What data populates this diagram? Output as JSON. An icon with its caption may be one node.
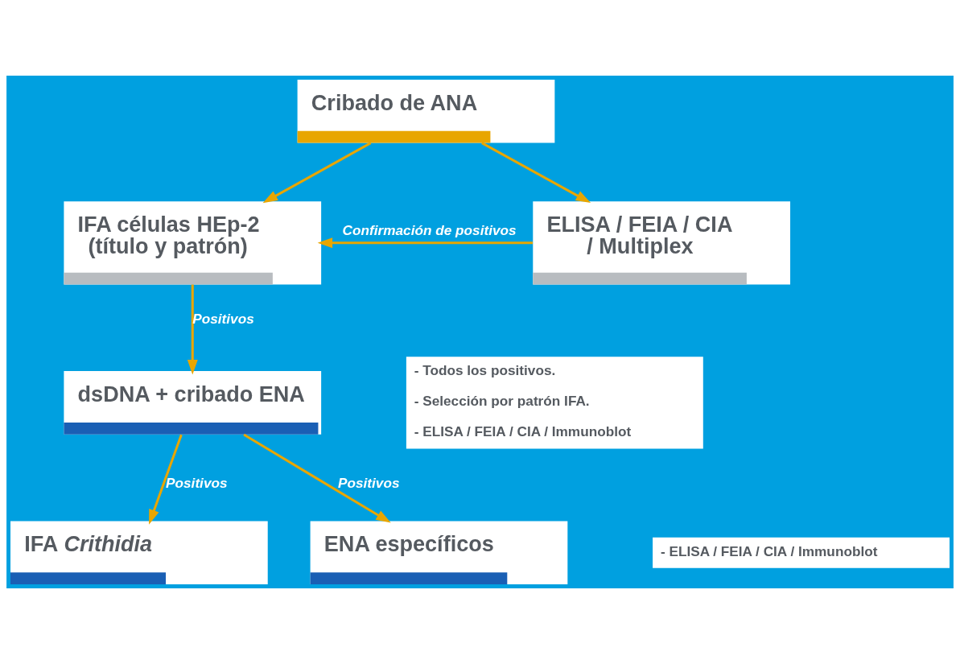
{
  "diagram": {
    "nodes": [
      {
        "text": [
          "Cribado de ANA"
        ]
      },
      {
        "text": [
          "IFA células HEp-2 (título y patrón)"
        ]
      },
      {
        "text": [
          "ELISA / FEIA / CIA / Multiplex"
        ]
      },
      {
        "text": [
          "dsDNA + cribado ENA"
        ]
      },
      {
        "text": [
          "- Todos los positivos.",
          "- Selección por patrón IFA.",
          "- ELISA / FEIA / CIA / Immunoblot"
        ]
      },
      {
        "text": [
          "IFA *Crithidia*"
        ]
      },
      {
        "text": [
          "ENA específicos"
        ]
      },
      {
        "text": [
          "- ELISA / FEIA / CIA / Immunoblot"
        ]
      }
    ],
    "edges": [
      {
        "from": 0,
        "to": 1,
        "arrow": "to"
      },
      {
        "from": 0,
        "to": 2,
        "arrow": "to"
      },
      {
        "from": 2,
        "to": 1,
        "arrow": "to",
        "label": "Confirmación de positivos"
      },
      {
        "from": 1,
        "to": 3,
        "arrow": "to",
        "label": "Positivos"
      },
      {
        "from": 3,
        "to": 5,
        "arrow": "to",
        "label": "Positivos"
      },
      {
        "from": 3,
        "to": 6,
        "arrow": "to",
        "label": "Positivos"
      }
    ]
  }
}
